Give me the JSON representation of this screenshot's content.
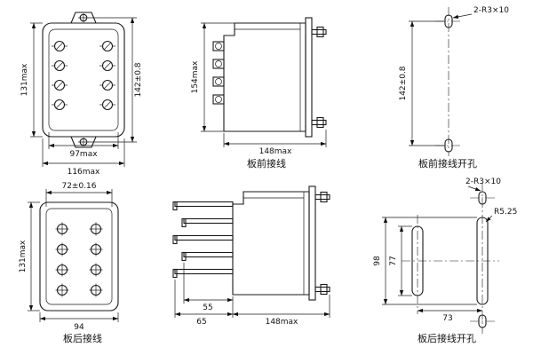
{
  "drawing": {
    "front_view": {
      "dim_body_height": "131max",
      "dim_hole_spacing": "142±0.8",
      "dim_inner_width": "97max",
      "dim_outer_width": "116max"
    },
    "side_front_view": {
      "dim_height": "154max",
      "dim_depth": "148max",
      "caption": "板前接线"
    },
    "front_drill_view": {
      "slot_label": "2-R3×10",
      "dim_hole_spacing": "142±0.8",
      "caption": "板前接线开孔"
    },
    "rear_view": {
      "dim_stud_spacing": "72±0.16",
      "dim_body_height": "131max",
      "dim_width": "94",
      "caption": "板后接线"
    },
    "side_rear_view": {
      "dim_pin_short": "55",
      "dim_pin_long": "65",
      "dim_depth": "148max"
    },
    "rear_drill_view": {
      "slot_label": "2-R3×10",
      "radius_label": "R5.25",
      "dim_slot_outer": "98",
      "dim_slot_inner": "77",
      "dim_slot_spacing": "73",
      "caption": "板后接线开孔"
    }
  }
}
